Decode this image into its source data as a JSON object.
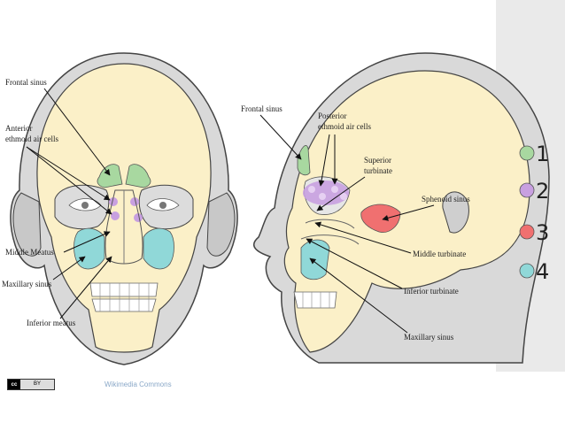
{
  "front_view": {
    "labels": {
      "frontal_sinus": "Frontal sinus",
      "anterior_ethmoid_1": "Anterior",
      "anterior_ethmoid_2": "ethmoid air cells",
      "middle_meatus": "Middle Meatus",
      "maxillary_sinus": "Maxillary sinus",
      "inferior_meatus": "Inferior meatus"
    }
  },
  "side_view": {
    "labels": {
      "frontal_sinus": "Frontal sinus",
      "posterior_ethmoid_1": "Posterior",
      "posterior_ethmoid_2": "ethmoid air cells",
      "superior_turbinate_1": "Superior",
      "superior_turbinate_2": "turbinate",
      "sphenoid_sinus": "Sphenoid sinus",
      "middle_turbinate": "Middle turbinate",
      "inferior_turbinate": "Inferior turbinate",
      "maxillary_sinus": "Maxillary sinus"
    }
  },
  "legend": [
    {
      "number": "1",
      "color": "#a8d8a0"
    },
    {
      "number": "2",
      "color": "#c8a0e0"
    },
    {
      "number": "3",
      "color": "#f07070"
    },
    {
      "number": "4",
      "color": "#90d8d8"
    }
  ],
  "footer": {
    "license_logo": "cc",
    "license_text": "BY",
    "credit": "Wikimedia Commons"
  }
}
